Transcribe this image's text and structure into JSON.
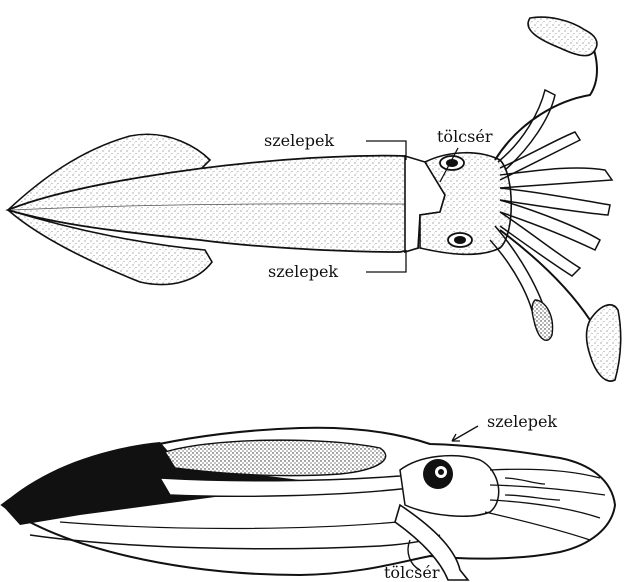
{
  "top_figure": {
    "labels": {
      "valves_upper": "szelepek",
      "funnel": "tölcsér",
      "valves_lower": "szelepek"
    }
  },
  "bottom_figure": {
    "labels": {
      "valves": "szelepek",
      "funnel": "tölcsér"
    }
  },
  "colors": {
    "ink": "#111111",
    "body_fill": "#f2f2f2",
    "background": "#ffffff"
  }
}
